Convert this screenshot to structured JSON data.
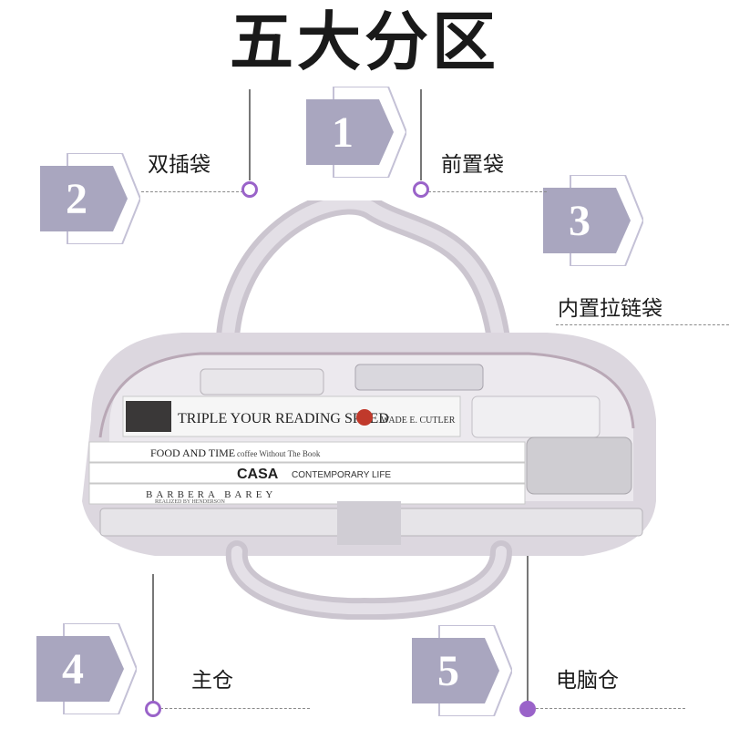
{
  "title": "五大分区",
  "zones": [
    {
      "num": "1",
      "label": ""
    },
    {
      "num": "2",
      "label": "双插袋"
    },
    {
      "num": "3",
      "label": "前置袋"
    },
    {
      "num": "4",
      "label": "主仓"
    },
    {
      "num": "5",
      "label": "电脑仓"
    },
    {
      "num": "",
      "label": "内置拉链袋"
    }
  ],
  "books": [
    {
      "title": "TRIPLE YOUR READING SPEED",
      "author": "WADE E. CUTLER"
    },
    {
      "title": "FOOD AND TIME",
      "subtitle": "coffee Without The Book"
    },
    {
      "title": "CASA",
      "subtitle": "CONTEMPORARY LIFE"
    },
    {
      "title": "BARBERA BAREY",
      "subtitle": "REALIZED BY HENDERSON"
    }
  ],
  "colors": {
    "accent": "#9a63c9",
    "badge": "#a9a6bf",
    "bag": "#dcd7df"
  }
}
